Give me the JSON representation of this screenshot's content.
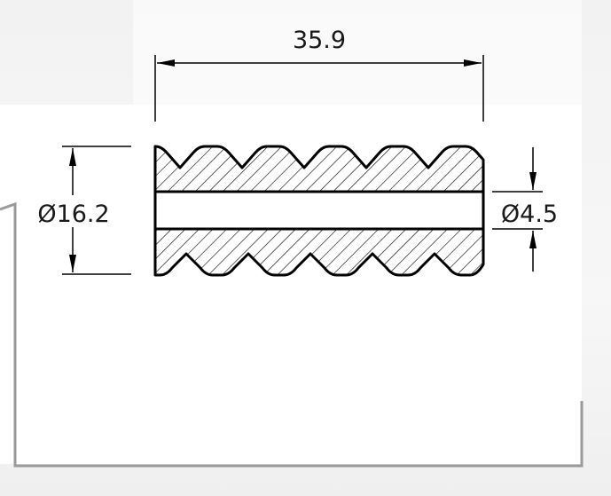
{
  "drawing": {
    "dimensions": {
      "length": "35.9",
      "outer_diameter": "Ø16.2",
      "inner_diameter": "Ø4.5"
    }
  },
  "colors": {
    "line": "#000000",
    "frame": "#9a9a9a",
    "panel": "#ffffff"
  }
}
